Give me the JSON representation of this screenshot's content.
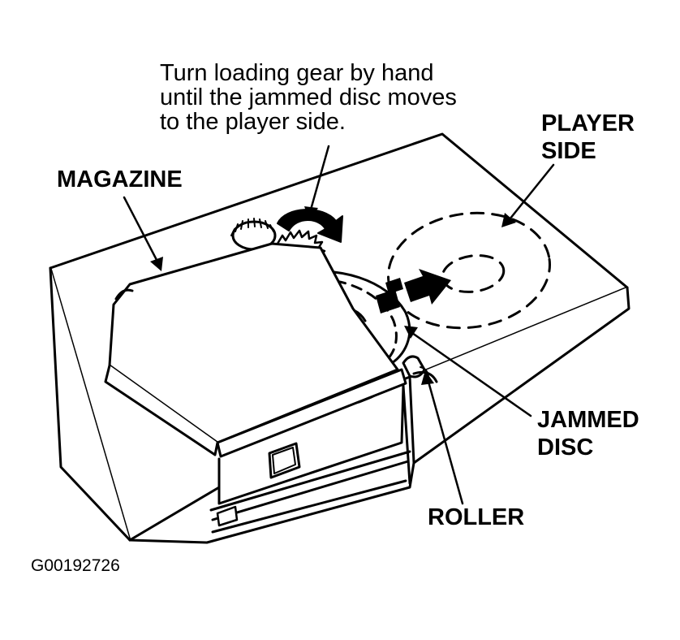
{
  "instruction": {
    "line1": "Turn loading gear by hand",
    "line2": "until the jammed disc moves",
    "line3": "to the player side."
  },
  "labels": {
    "player_side_line1": "PLAYER",
    "player_side_line2": "SIDE",
    "magazine": "MAGAZINE",
    "jammed_disc_line1": "JAMMED",
    "jammed_disc_line2": "DISC",
    "roller": "ROLLER"
  },
  "figure_id": "G00192726",
  "colors": {
    "ink": "#000000",
    "paper": "#ffffff"
  }
}
